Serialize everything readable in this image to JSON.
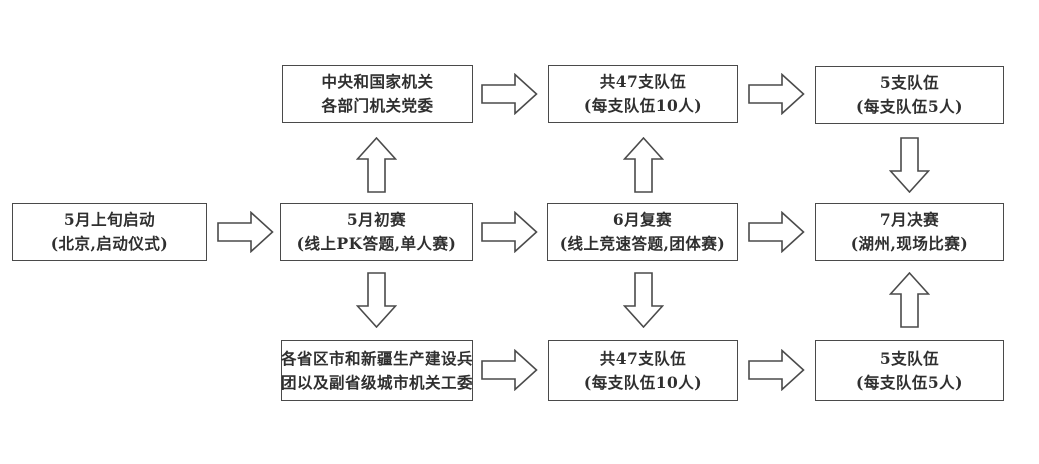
{
  "diagram": {
    "title": "competition-process-flowchart",
    "colors": {
      "background": "#ffffff",
      "box_border": "#4a4a4a",
      "text": "#2f2f2f",
      "arrow_outline": "#4a4a4a"
    },
    "boxes": {
      "start": {
        "line1": "5月上旬启动",
        "line2": "(北京,启动仪式)"
      },
      "preliminary": {
        "line1": "5月初赛",
        "line2": "(线上PK答题,单人赛)"
      },
      "semifinal": {
        "line1": "6月复赛",
        "line2": "(线上竞速答题,团体赛)"
      },
      "final": {
        "line1": "7月决赛",
        "line2": "(湖州,现场比赛)"
      },
      "central_orgs": {
        "line1": "中央和国家机关",
        "line2": "各部门机关党委"
      },
      "central_teams": {
        "line1": "共47支队伍",
        "line2": "(每支队伍10人)"
      },
      "central_finalists": {
        "line1": "5支队伍",
        "line2": "(每支队伍5人)"
      },
      "provincial_orgs": {
        "line1": "各省区市和新疆生产建设兵",
        "line2": "团以及副省级城市机关工委"
      },
      "provincial_teams": {
        "line1": "共47支队伍",
        "line2": "(每支队伍10人)"
      },
      "provincial_finalists": {
        "line1": "5支队伍",
        "line2": "(每支队伍5人)"
      }
    },
    "arrows": [
      {
        "from": "start",
        "to": "preliminary",
        "direction": "right"
      },
      {
        "from": "preliminary",
        "to": "semifinal",
        "direction": "right"
      },
      {
        "from": "semifinal",
        "to": "final",
        "direction": "right"
      },
      {
        "from": "central_orgs",
        "to": "central_teams",
        "direction": "right"
      },
      {
        "from": "central_teams",
        "to": "central_finalists",
        "direction": "right"
      },
      {
        "from": "provincial_orgs",
        "to": "provincial_teams",
        "direction": "right"
      },
      {
        "from": "provincial_teams",
        "to": "provincial_finalists",
        "direction": "right"
      },
      {
        "from": "preliminary",
        "to": "central_orgs",
        "direction": "up"
      },
      {
        "from": "preliminary",
        "to": "provincial_orgs",
        "direction": "down"
      },
      {
        "from": "semifinal",
        "to": "central_teams",
        "direction": "up"
      },
      {
        "from": "semifinal",
        "to": "provincial_teams",
        "direction": "down"
      },
      {
        "from": "central_finalists",
        "to": "final",
        "direction": "down"
      },
      {
        "from": "provincial_finalists",
        "to": "final",
        "direction": "up"
      }
    ]
  }
}
